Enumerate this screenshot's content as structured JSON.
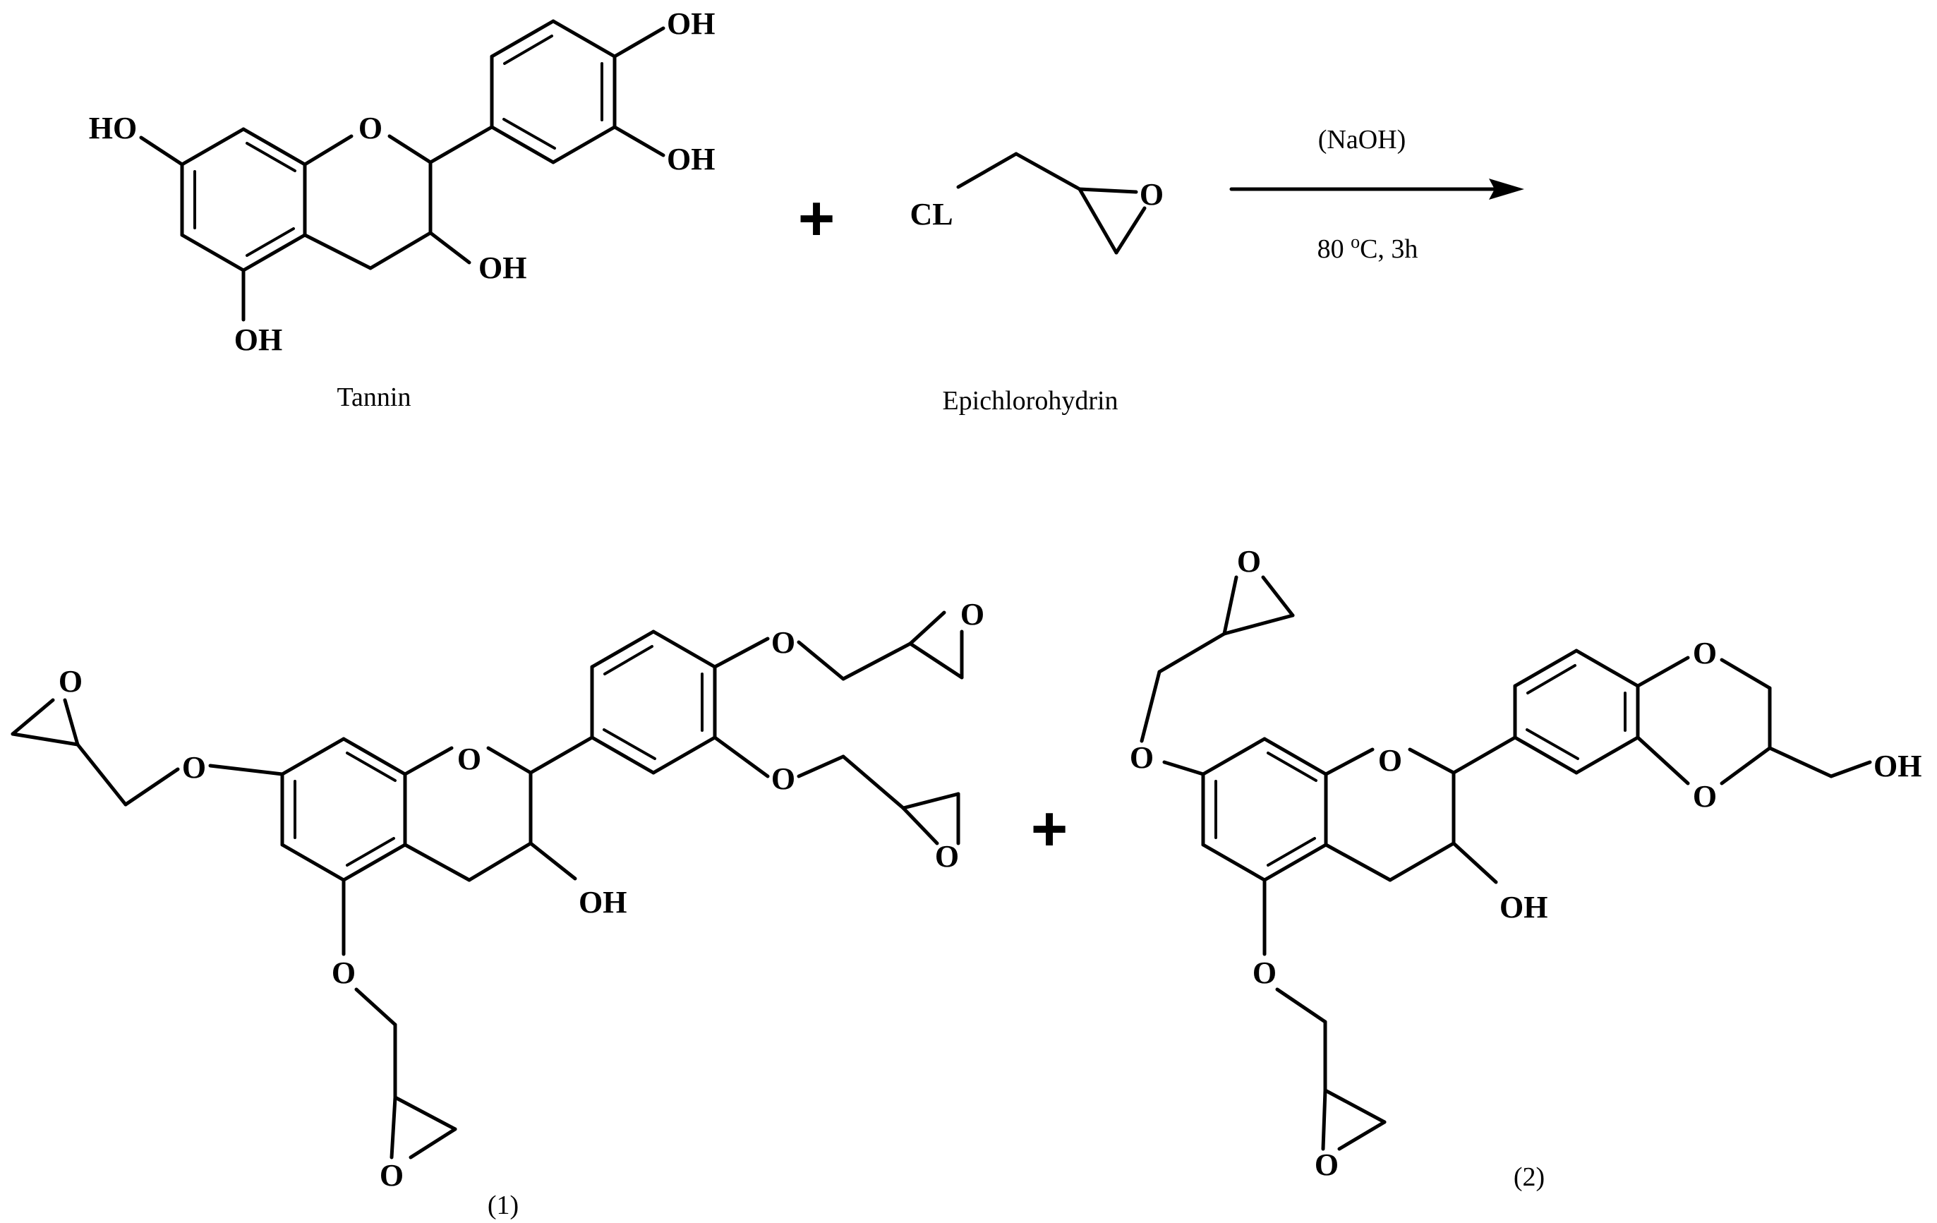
{
  "reactants": {
    "tannin": {
      "name": "Tannin",
      "atoms": {
        "ho_left": "HO",
        "ring_o": "O",
        "oh_top": "OH",
        "oh_mid": "OH",
        "oh_c3": "OH",
        "oh_c5": "OH"
      }
    },
    "plus": "+",
    "epichlorohydrin": {
      "name": "Epichlorohydrin",
      "atoms": {
        "cl": "CL",
        "epoxide_o": "O"
      }
    }
  },
  "conditions": {
    "catalyst": "(NaOH)",
    "temp_base": "80 ",
    "temp_unit_sup": "o",
    "temp_rest": "C, 3h"
  },
  "products": {
    "product_1": {
      "label": "(1)",
      "atoms": {
        "ep_left_o": "O",
        "ether_left_o": "O",
        "ring_o": "O",
        "ether_top_o": "O",
        "ep_top_o": "O",
        "ether_mid_o": "O",
        "ep_mid_o": "O",
        "oh_c3": "OH",
        "ether_bottom_o": "O",
        "ep_bottom_o": "O"
      }
    },
    "plus": "+",
    "product_2": {
      "label": "(2)",
      "atoms": {
        "ep_top_o": "O",
        "ether_left_o": "O",
        "ring_o": "O",
        "dioxane_top_o": "O",
        "dioxane_bottom_o": "O",
        "oh_end": "OH",
        "oh_c3": "OH",
        "ether_bottom_o": "O",
        "ep_bottom_o": "O"
      }
    }
  }
}
